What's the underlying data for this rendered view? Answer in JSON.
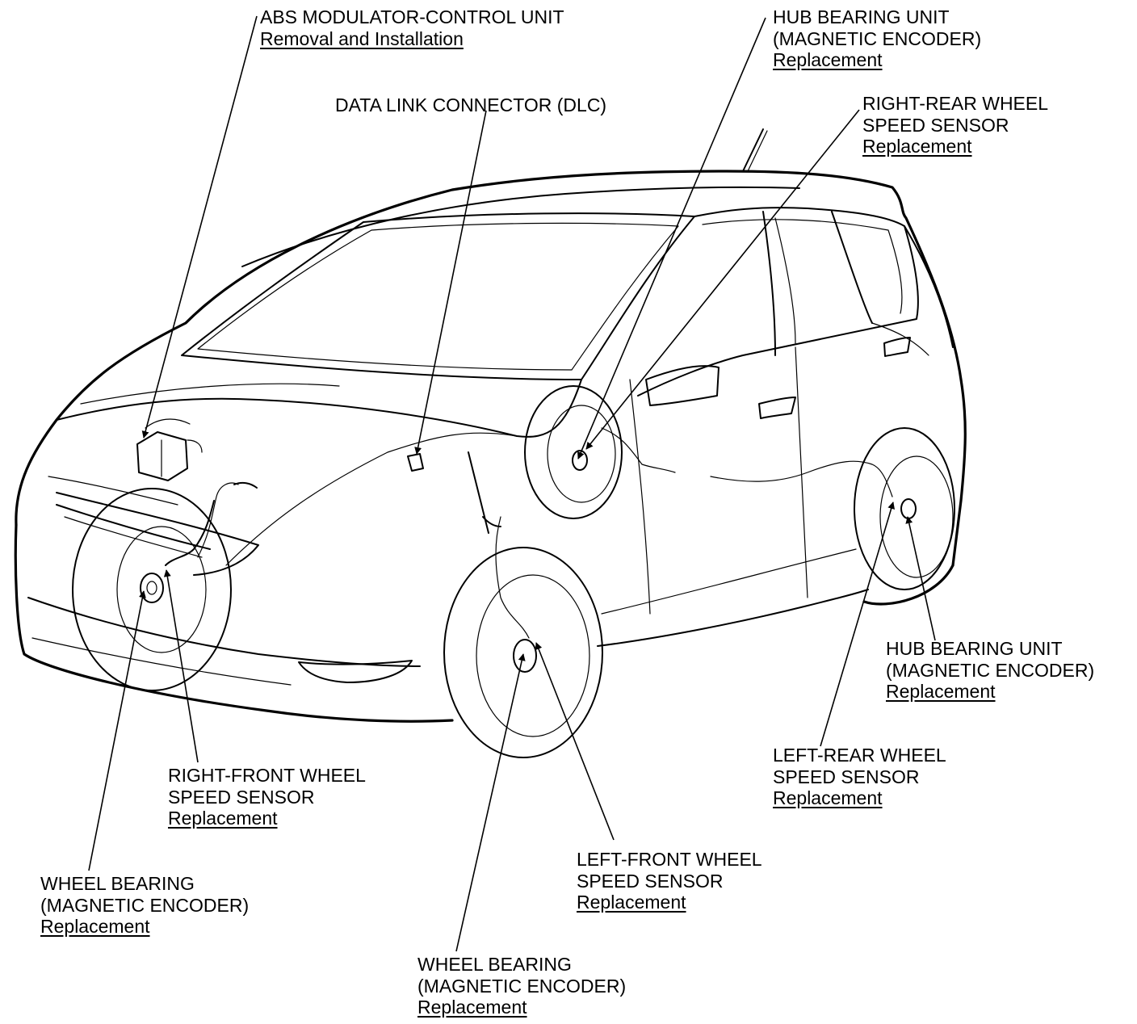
{
  "callouts": [
    {
      "id": "abs",
      "lines": [
        "ABS MODULATOR-CONTROL UNIT"
      ],
      "link": "Removal and Installation"
    },
    {
      "id": "dlc",
      "lines": [
        "DATA LINK CONNECTOR (DLC)"
      ],
      "link": ""
    },
    {
      "id": "hub_rr",
      "lines": [
        "HUB BEARING UNIT",
        "(MAGNETIC ENCODER)"
      ],
      "link": "Replacement"
    },
    {
      "id": "rr_sensor",
      "lines": [
        "RIGHT-REAR WHEEL",
        "SPEED SENSOR"
      ],
      "link": "Replacement"
    },
    {
      "id": "hub_lr",
      "lines": [
        "HUB BEARING UNIT",
        "(MAGNETIC ENCODER)"
      ],
      "link": "Replacement"
    },
    {
      "id": "lr_sensor",
      "lines": [
        "LEFT-REAR WHEEL",
        "SPEED SENSOR"
      ],
      "link": "Replacement"
    },
    {
      "id": "rf_sensor",
      "lines": [
        "RIGHT-FRONT WHEEL",
        "SPEED SENSOR"
      ],
      "link": "Replacement"
    },
    {
      "id": "lf_sensor",
      "lines": [
        "LEFT-FRONT WHEEL",
        "SPEED SENSOR"
      ],
      "link": "Replacement"
    },
    {
      "id": "wb_rf",
      "lines": [
        "WHEEL BEARING",
        "(MAGNETIC ENCODER)"
      ],
      "link": "Replacement"
    },
    {
      "id": "wb_lf",
      "lines": [
        "WHEEL BEARING",
        "(MAGNETIC ENCODER)"
      ],
      "link": "Replacement"
    }
  ]
}
